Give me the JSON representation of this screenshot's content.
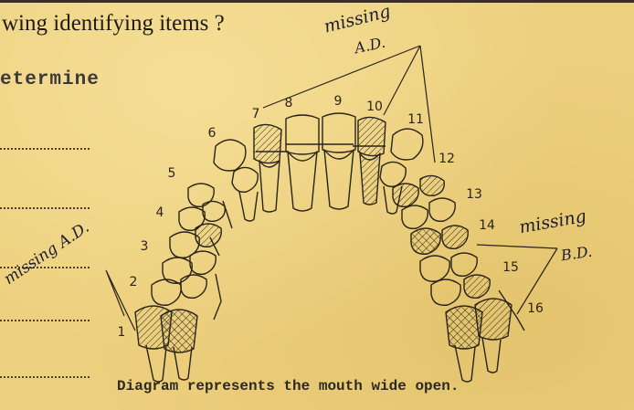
{
  "form": {
    "question_fragment": "wing identifying items ?",
    "typed_fragment": "etermine"
  },
  "diagram": {
    "caption": "Diagram represents the mouth wide open.",
    "tooth_numbers": [
      "1",
      "2",
      "3",
      "4",
      "5",
      "6",
      "7",
      "8",
      "9",
      "10",
      "11",
      "12",
      "13",
      "14",
      "15",
      "16"
    ],
    "annotations": {
      "upper_right": [
        "missing",
        "A.D."
      ],
      "left": "missing A.D.",
      "right": [
        "missing",
        "B.D."
      ]
    }
  }
}
